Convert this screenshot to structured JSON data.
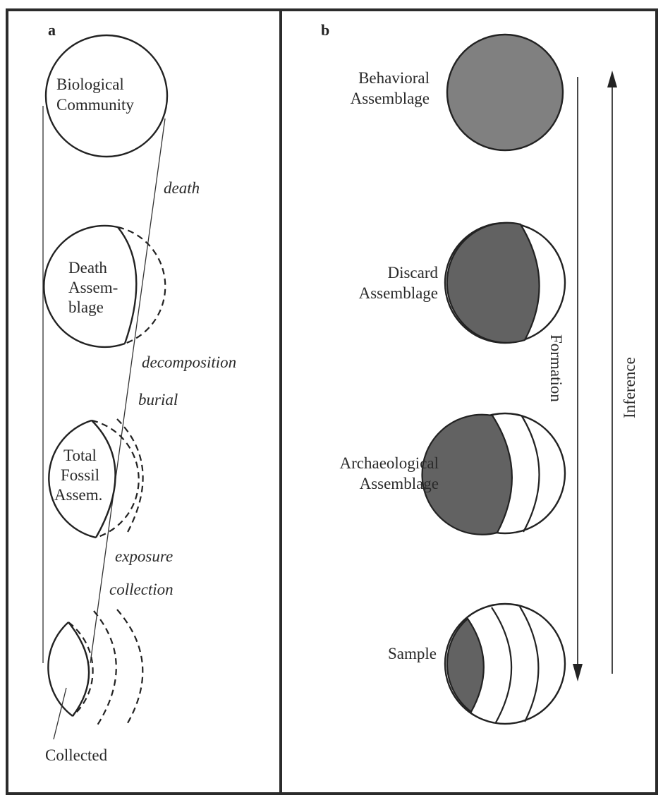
{
  "figure": {
    "panel_a": {
      "letter": "a",
      "stages": [
        {
          "label_lines": [
            "Biological",
            "Community"
          ]
        },
        {
          "label_lines": [
            "Death",
            "Assem-",
            "blage"
          ]
        },
        {
          "label_lines": [
            "Total",
            "Fossil",
            "Assem."
          ]
        },
        {
          "label_lines": []
        }
      ],
      "processes": [
        "death",
        "decomposition",
        "burial",
        "exposure",
        "collection"
      ],
      "collected_label": "Collected"
    },
    "panel_b": {
      "letter": "b",
      "stages": [
        {
          "label_lines": [
            "Behavioral",
            "Assemblage"
          ],
          "fill": "#808080"
        },
        {
          "label_lines": [
            "Discard",
            "Assemblage"
          ],
          "fill": "#626262"
        },
        {
          "label_lines": [
            "Archaeological",
            "Assemblage"
          ],
          "fill": "#626262"
        },
        {
          "label_lines": [
            "Sample"
          ],
          "fill": "#626262"
        }
      ],
      "formation_label": "Formation",
      "inference_label": "Inference"
    },
    "colors": {
      "stroke": "#222222",
      "behavioral_fill": "#808080",
      "remaining_fill": "#626262",
      "background": "#ffffff"
    }
  }
}
